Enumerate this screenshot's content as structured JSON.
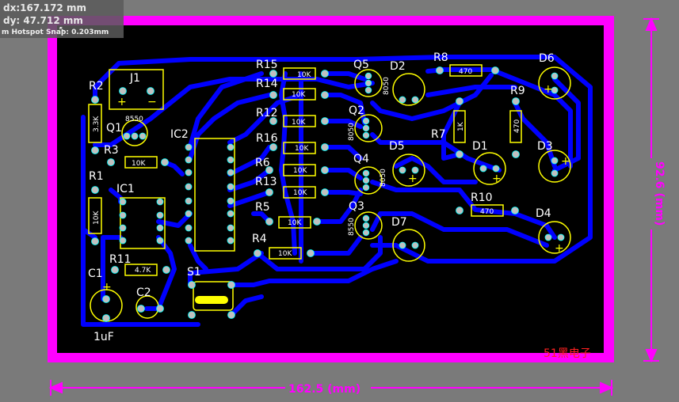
{
  "readout": {
    "dx": "dx:167.172  mm",
    "dy": "dy: 47.712  mm",
    "hotspot": "m Hotspot Snap: 0.203mm"
  },
  "dimensions": {
    "width": "162.5 (mm)",
    "height": "92.6 (mm)"
  },
  "watermark": "51黑电子",
  "labels": {
    "J1": "J1",
    "R2": "R2",
    "Q1": "Q1",
    "Q1val": "8550",
    "R3": "R3",
    "R1": "R1",
    "IC1": "IC1",
    "IC2": "IC2",
    "R11": "R11",
    "C1": "C1",
    "C2": "C2",
    "C1val": "1uF",
    "S1": "S1",
    "R15": "R15",
    "R14": "R14",
    "R12": "R12",
    "R16": "R16",
    "R6": "R6",
    "R13": "R13",
    "R5": "R5",
    "R4": "R4",
    "Q5": "Q5",
    "Q2": "Q2",
    "Q4": "Q4",
    "Q3": "Q3",
    "D2": "D2",
    "R8": "R8",
    "D6": "D6",
    "R9": "R9",
    "R7": "R7",
    "D5": "D5",
    "D1": "D1",
    "D3": "D3",
    "R10": "R10",
    "D4": "D4",
    "D7": "D7"
  },
  "values": {
    "r10k": "10K",
    "r33k": "3.3K",
    "r470": "470",
    "r1k": "1K",
    "r47k": "4.7K",
    "q8050": "8050",
    "q8550": "8550",
    "plus": "+",
    "minus": "−"
  },
  "colors": {
    "board": "#000000",
    "outline": "#ff00ff",
    "trace": "#0000ff",
    "silk": "#ffff00",
    "pad": "#c0c0c0",
    "watermark": "#ff2020"
  }
}
